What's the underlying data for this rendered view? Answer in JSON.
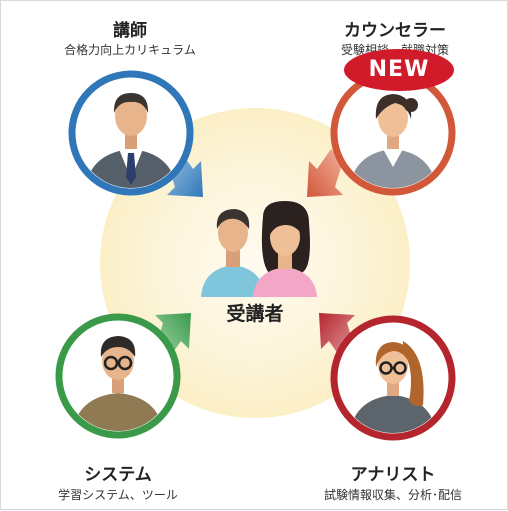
{
  "roles": {
    "instructor": {
      "title": "講師",
      "subtitle": "合格力向上カリキュラム"
    },
    "counselor": {
      "title": "カウンセラー",
      "subtitle": "受験相談、就職対策",
      "badge": "NEW"
    },
    "system": {
      "title": "システム",
      "subtitle": "学習システム、ツール"
    },
    "analyst": {
      "title": "アナリスト",
      "subtitle": "試験情報収集、分析･配信"
    }
  },
  "center": {
    "label": "受講者"
  },
  "colors": {
    "instructor": "#2f77b8",
    "counselor": "#d2583a",
    "system": "#3a9a4a",
    "analyst": "#b5252d",
    "badge": "#d11a2a",
    "center_glow": "#fdf3cf"
  },
  "icons": {
    "instructor": "businessman-icon",
    "counselor": "woman-staff-icon",
    "system": "glasses-man-icon",
    "analyst": "glasses-woman-icon",
    "center": "students-pair-icon"
  }
}
